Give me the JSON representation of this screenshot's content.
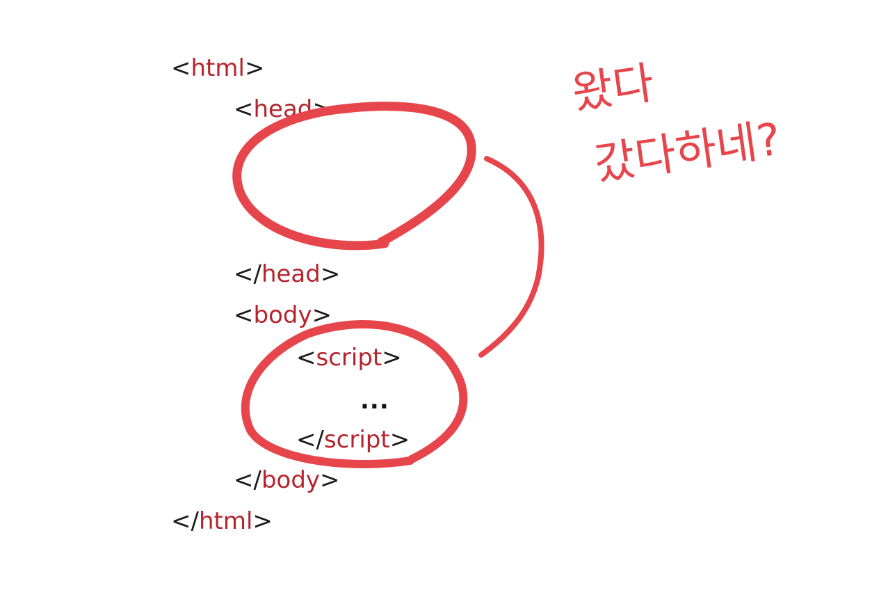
{
  "code": {
    "html_open": {
      "open": "<",
      "tag": "html",
      "close": ">"
    },
    "head_open": {
      "open": "<",
      "tag": "head",
      "close": ">"
    },
    "head_close": {
      "open": "</",
      "tag": "head",
      "close": ">"
    },
    "body_open": {
      "open": "<",
      "tag": "body",
      "close": ">"
    },
    "script_open": {
      "open": "<",
      "tag": "script",
      "close": ">"
    },
    "script_content": "...",
    "script_close": {
      "open": "</",
      "tag": "script",
      "close": ">"
    },
    "body_close": {
      "open": "</",
      "tag": "body",
      "close": ">"
    },
    "html_close": {
      "open": "</",
      "tag": "html",
      "close": ">"
    }
  },
  "annotation": {
    "line1": "왔다",
    "line2": "갔다하네?"
  },
  "colors": {
    "tag": "#b5242c",
    "bracket": "#1a1a1a",
    "marker": "#e6464b"
  }
}
